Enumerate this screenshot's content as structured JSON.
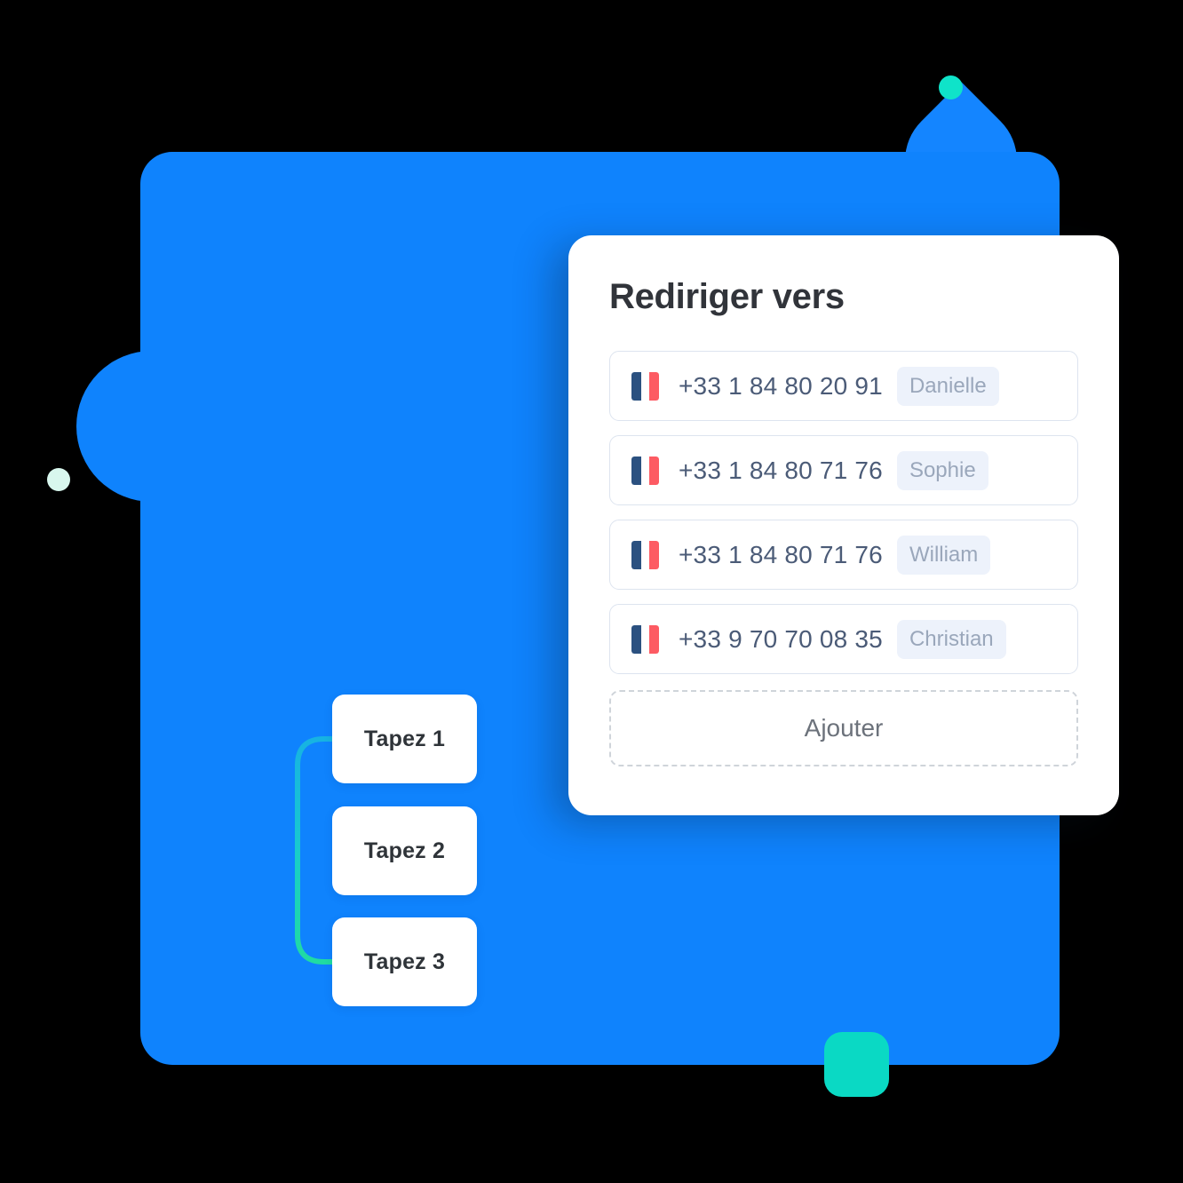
{
  "colors": {
    "panel_blue": "#0f83fd",
    "accent_teal": "#0ad9c4",
    "mint_dot": "#d8f7ee",
    "teal_dot": "#0fe3c9",
    "card_white": "#ffffff",
    "title_text": "#31343a",
    "phone_text": "#4b5b77",
    "pill_bg": "#edf2fb",
    "pill_text": "#9aa7bb",
    "row_border": "#dde4ef",
    "add_border": "#cfd4da",
    "add_text": "#6c727b",
    "flag_blue": "#2b5180",
    "flag_red": "#fd5b63",
    "connector_start": "#1ab7e0",
    "connector_end": "#1fd8a8"
  },
  "flow": {
    "nodes": [
      {
        "label": "Tapez 1"
      },
      {
        "label": "Tapez 2"
      },
      {
        "label": "Tapez 3"
      }
    ]
  },
  "card": {
    "title": "Rediriger vers",
    "rows": [
      {
        "flag": "fr-flag-icon",
        "phone": "+33 1 84 80 20 91",
        "name": "Danielle"
      },
      {
        "flag": "fr-flag-icon",
        "phone": "+33 1 84 80 71 76",
        "name": "Sophie"
      },
      {
        "flag": "fr-flag-icon",
        "phone": "+33 1 84 80 71 76",
        "name": "William"
      },
      {
        "flag": "fr-flag-icon",
        "phone": "+33 9 70 70 08 35",
        "name": "Christian"
      }
    ],
    "add_label": "Ajouter"
  }
}
